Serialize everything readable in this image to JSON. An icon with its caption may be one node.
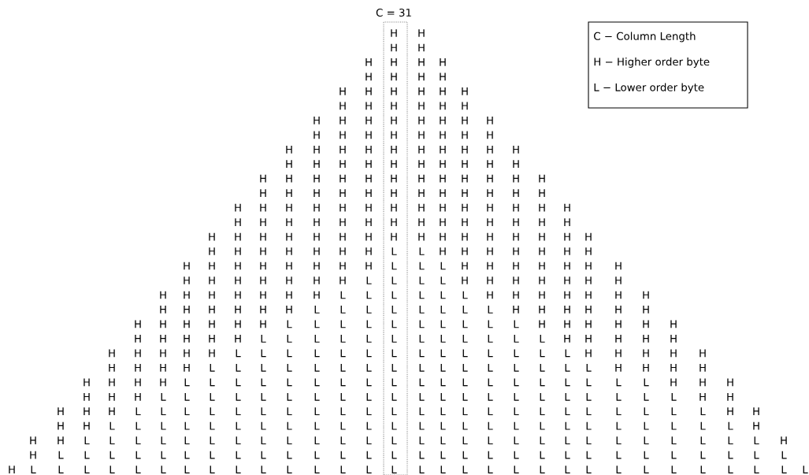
{
  "diagram": {
    "labels": [
      "C = 31",
      "H",
      "H",
      "H",
      "H",
      "H",
      "H",
      "H",
      "H",
      "H",
      "H",
      "H",
      "H",
      "H",
      "H",
      "H",
      "H",
      "H",
      "H",
      "H",
      "H",
      "H",
      "H",
      "H",
      "H",
      "H",
      "H",
      "H",
      "H",
      "H",
      "H",
      "H",
      "H",
      "H",
      "H",
      "H",
      "H",
      "H",
      "H",
      "H",
      "H",
      "H",
      "H",
      "H",
      "H",
      "H",
      "H",
      "H",
      "H",
      "H",
      "H",
      "H",
      "H",
      "H",
      "H",
      "H",
      "H",
      "H",
      "H",
      "H",
      "H",
      "H",
      "H",
      "H",
      "H",
      "H",
      "H",
      "H",
      "H",
      "H",
      "H",
      "H",
      "H",
      "H",
      "H",
      "H",
      "H",
      "H",
      "H",
      "H",
      "H",
      "H",
      "H",
      "H",
      "H",
      "H",
      "H",
      "H",
      "H",
      "H",
      "H",
      "H",
      "H",
      "H",
      "H",
      "H",
      "H",
      "H",
      "H",
      "H",
      "H",
      "H",
      "H",
      "H",
      "H",
      "H",
      "H",
      "H",
      "H",
      "H",
      "H",
      "H",
      "H",
      "H",
      "H",
      "H",
      "H",
      "H",
      "H",
      "H",
      "H",
      "H",
      "H",
      "H",
      "H",
      "H",
      "H",
      "H",
      "H",
      "H",
      "H",
      "H",
      "H",
      "H",
      "H",
      "H",
      "L",
      "L",
      "H",
      "H",
      "H",
      "H",
      "H",
      "H",
      "H",
      "H",
      "H",
      "H",
      "H",
      "H",
      "H",
      "H",
      "H",
      "L",
      "L",
      "L",
      "H",
      "H",
      "H",
      "H",
      "H",
      "H",
      "H",
      "H",
      "H",
      "H",
      "H",
      "H",
      "H",
      "H",
      "L",
      "L",
      "L",
      "L",
      "H",
      "H",
      "H",
      "H",
      "H",
      "H",
      "H",
      "H",
      "H",
      "H",
      "H",
      "H",
      "H",
      "H",
      "L",
      "L",
      "L",
      "L",
      "L",
      "L",
      "H",
      "H",
      "H",
      "H",
      "H",
      "H",
      "H",
      "H",
      "H",
      "H",
      "H",
      "H",
      "H",
      "L",
      "L",
      "L",
      "L",
      "L",
      "L",
      "L",
      "L",
      "H",
      "H",
      "H",
      "H",
      "H",
      "H",
      "H",
      "H",
      "H",
      "H",
      "H",
      "H",
      "L",
      "L",
      "L",
      "L",
      "L",
      "L",
      "L",
      "L",
      "L",
      "L",
      "H",
      "H",
      "H",
      "H",
      "H",
      "H",
      "H",
      "H",
      "H",
      "H",
      "H",
      "L",
      "L",
      "L",
      "L",
      "L",
      "L",
      "L",
      "L",
      "L",
      "L",
      "L",
      "L",
      "H",
      "H",
      "H",
      "H",
      "H",
      "H",
      "H",
      "H",
      "H",
      "H",
      "L",
      "L",
      "L",
      "L",
      "L",
      "L",
      "L",
      "L",
      "L",
      "L",
      "L",
      "L",
      "L",
      "L",
      "H",
      "H",
      "H",
      "H",
      "H",
      "H",
      "H",
      "H",
      "H",
      "L",
      "L",
      "L",
      "L",
      "L",
      "L",
      "L",
      "L",
      "L",
      "L",
      "L",
      "L",
      "L",
      "L",
      "L",
      "L",
      "H",
      "H",
      "H",
      "H",
      "H",
      "H",
      "H",
      "H",
      "L",
      "L",
      "L",
      "L",
      "L",
      "L",
      "L",
      "L",
      "L",
      "L",
      "L",
      "L",
      "L",
      "L",
      "L",
      "L",
      "L",
      "L",
      "L",
      "H",
      "H",
      "H",
      "H",
      "H",
      "H",
      "L",
      "L",
      "L",
      "L",
      "L",
      "L",
      "L",
      "L",
      "L",
      "L",
      "L",
      "L",
      "L",
      "L",
      "L",
      "L",
      "L",
      "L",
      "L",
      "L",
      "L",
      "H",
      "H",
      "H",
      "H",
      "H",
      "L",
      "L",
      "L",
      "L",
      "L",
      "L",
      "L",
      "L",
      "L",
      "L",
      "L",
      "L",
      "L",
      "L",
      "L",
      "L",
      "L",
      "L",
      "L",
      "L",
      "L",
      "L",
      "L",
      "H",
      "H",
      "H",
      "H",
      "L",
      "L",
      "L",
      "L",
      "L",
      "L",
      "L",
      "L",
      "L",
      "L",
      "L",
      "L",
      "L",
      "L",
      "L",
      "L",
      "L",
      "L",
      "L",
      "L",
      "L",
      "L",
      "L",
      "L",
      "L",
      "H",
      "H",
      "H",
      "L",
      "L",
      "L",
      "L",
      "L",
      "L",
      "L",
      "L",
      "L",
      "L",
      "L",
      "L",
      "L",
      "L",
      "L",
      "L",
      "L",
      "L",
      "L",
      "L",
      "L",
      "L",
      "L",
      "L",
      "L",
      "L",
      "L",
      "H",
      "H",
      "L",
      "L",
      "L",
      "L",
      "L",
      "L",
      "L",
      "L",
      "L",
      "L",
      "L",
      "L",
      "L",
      "L",
      "L",
      "L",
      "L",
      "L",
      "L",
      "L",
      "L",
      "L",
      "L",
      "L",
      "L",
      "L",
      "L",
      "L",
      "L",
      "H",
      "L",
      "L",
      "L",
      "L",
      "L",
      "L",
      "L",
      "L",
      "L",
      "L",
      "L",
      "L",
      "L",
      "L",
      "L",
      "L",
      "L",
      "L",
      "L",
      "L",
      "L",
      "L",
      "L",
      "L",
      "L",
      "L",
      "L",
      "L",
      "L",
      "L",
      "L"
    ],
    "legend": [
      {
        "text": "C − Column Length"
      },
      {
        "text": "H − Higher order byte"
      },
      {
        "text": "L − Lower order byte"
      }
    ]
  }
}
